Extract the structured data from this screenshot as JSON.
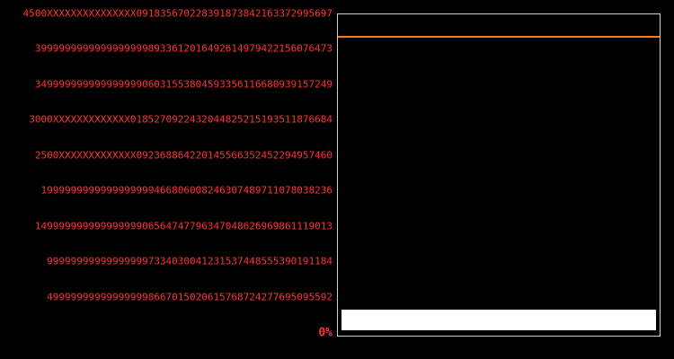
{
  "colors": {
    "background": "#000000",
    "plot-background": "#000000",
    "tick-label": "#ff3232",
    "plot-border": "#cfcfcf",
    "threshold-line": "#ff7f0e",
    "bar-fill": "#ffffff"
  },
  "chart_data": {
    "type": "bar",
    "title": "",
    "xlabel": "",
    "ylabel": "",
    "y_unit": "%",
    "ylim": [
      0,
      47.5
    ],
    "grid": false,
    "legend": "none",
    "plot_background": "#000000",
    "tick_label_color": "#ff3232",
    "y_ticks": [
      {
        "value": 45,
        "label": "4500XXXXXXXXXXXXXXX091835670228391873842163372995697"
      },
      {
        "value": 40,
        "label": "39999999999999999998933612016492614979422156076473"
      },
      {
        "value": 35,
        "label": "34999999999999999906031553804593356116680939157249"
      },
      {
        "value": 30,
        "label": "3000XXXXXXXXXXXXX0185270922432044825215193511876684"
      },
      {
        "value": 25,
        "label": "2500XXXXXXXXXXXXX092368864220145566352452294957460"
      },
      {
        "value": 20,
        "label": "1999999999999999999466806008246307489711078038236"
      },
      {
        "value": 15,
        "label": "14999999999999999906564747796347048626969861119013"
      },
      {
        "value": 10,
        "label": "999999999999999997334030041231537448555390191184"
      },
      {
        "value": 5,
        "label": "499999999999999998667015020615768724277695095592"
      },
      {
        "value": 0,
        "label": "0%"
      }
    ],
    "series": [
      {
        "name": "value-bar",
        "type": "bar",
        "color": "#ffffff",
        "value_percent": 3.3,
        "base_percent": 0.8,
        "note": "single full-width white bar near bottom of plot area"
      },
      {
        "name": "threshold-line",
        "type": "hline",
        "color": "#ff7f0e",
        "value_percent": 42
      }
    ]
  }
}
